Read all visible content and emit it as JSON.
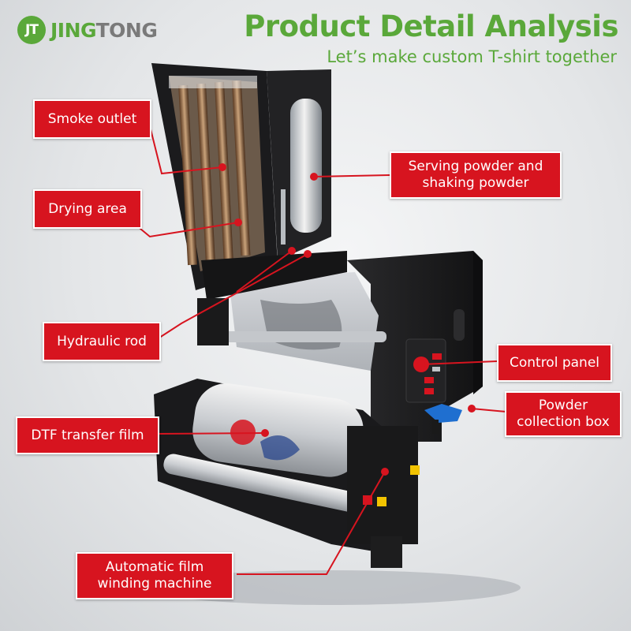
{
  "brand": {
    "mark": "JT",
    "name_part1": "JING",
    "name_part2": "TONG"
  },
  "header": {
    "title": "Product Detail Analysis",
    "subtitle": "Let’s make custom T-shirt together"
  },
  "callouts": {
    "smoke_outlet": "Smoke outlet",
    "drying_area": "Drying area",
    "serving_powder": "Serving powder and\nshaking powder",
    "hydraulic_rod": "Hydraulic rod",
    "control_panel": "Control panel",
    "powder_collection": "Powder\ncollection box",
    "dtf_film": "DTF transfer film",
    "auto_winding": "Automatic film\nwinding machine"
  },
  "colors": {
    "brand_green": "#5aa83a",
    "brand_gray": "#7a7a7a",
    "label_red": "#d7141f",
    "machine_black": "#1c1c1e"
  }
}
